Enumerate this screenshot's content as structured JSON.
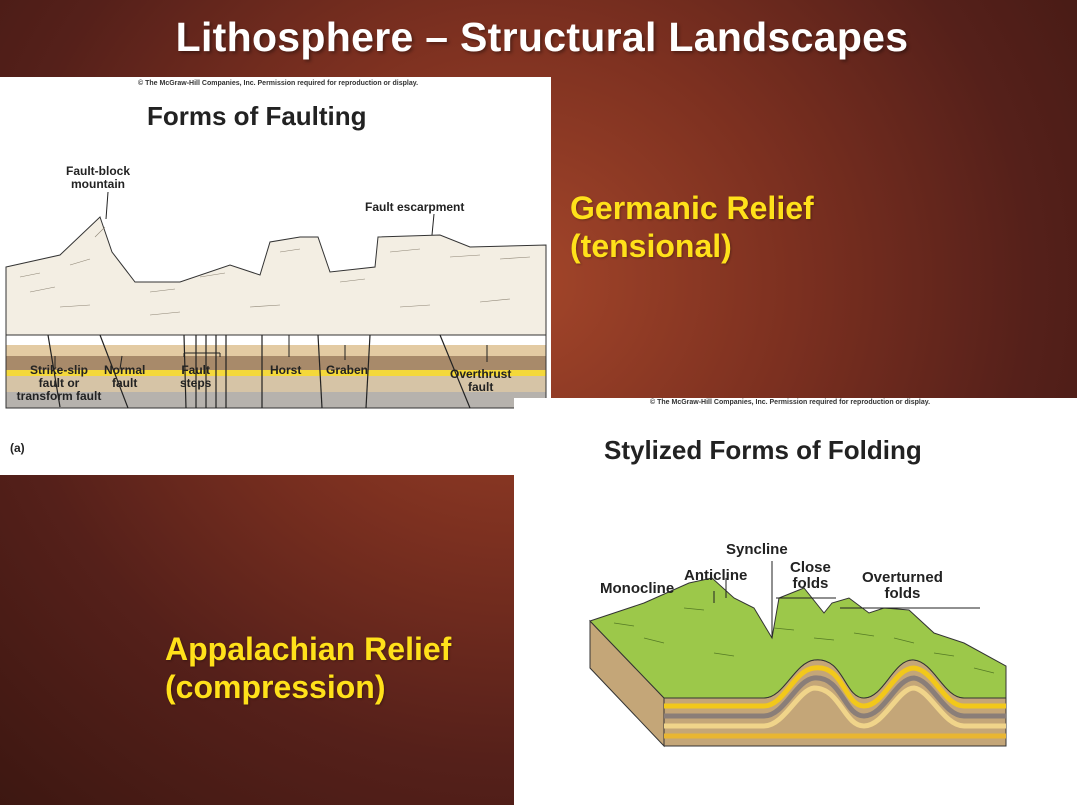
{
  "slide": {
    "title": "Lithosphere – Structural Landscapes"
  },
  "faulting_figure": {
    "copyright": "© The McGraw-Hill Companies, Inc. Permission required for reproduction or display.",
    "title": "Forms of Faulting",
    "labels": {
      "fault_block_mountain": [
        "Fault-block",
        "mountain"
      ],
      "fault_escarpment": "Fault escarpment",
      "strike_slip": [
        "Strike-slip",
        "fault or",
        "transform fault"
      ],
      "normal_fault": [
        "Normal",
        "fault"
      ],
      "fault_steps": [
        "Fault",
        "steps"
      ],
      "horst": "Horst",
      "graben": "Graben",
      "overthrust_fault": [
        "Overthrust",
        "fault"
      ],
      "panel_letter": "(a)"
    }
  },
  "folding_figure": {
    "copyright": "© The McGraw-Hill Companies, Inc. Permission required for reproduction or display.",
    "title": "Stylized Forms of Folding",
    "labels": {
      "syncline": "Syncline",
      "anticline": "Anticline",
      "monocline": "Monocline",
      "close_folds": [
        "Close",
        "folds"
      ],
      "overturned_folds": [
        "Overturned",
        "folds"
      ]
    }
  },
  "relief_captions": {
    "germanic": [
      "Germanic Relief",
      "(tensional)"
    ],
    "appalachian": [
      "Appalachian Relief",
      "(compression)"
    ]
  },
  "colors": {
    "caption_yellow": "#ffe11a",
    "title_white": "#ffffff",
    "background_brown": "#7c3020"
  }
}
